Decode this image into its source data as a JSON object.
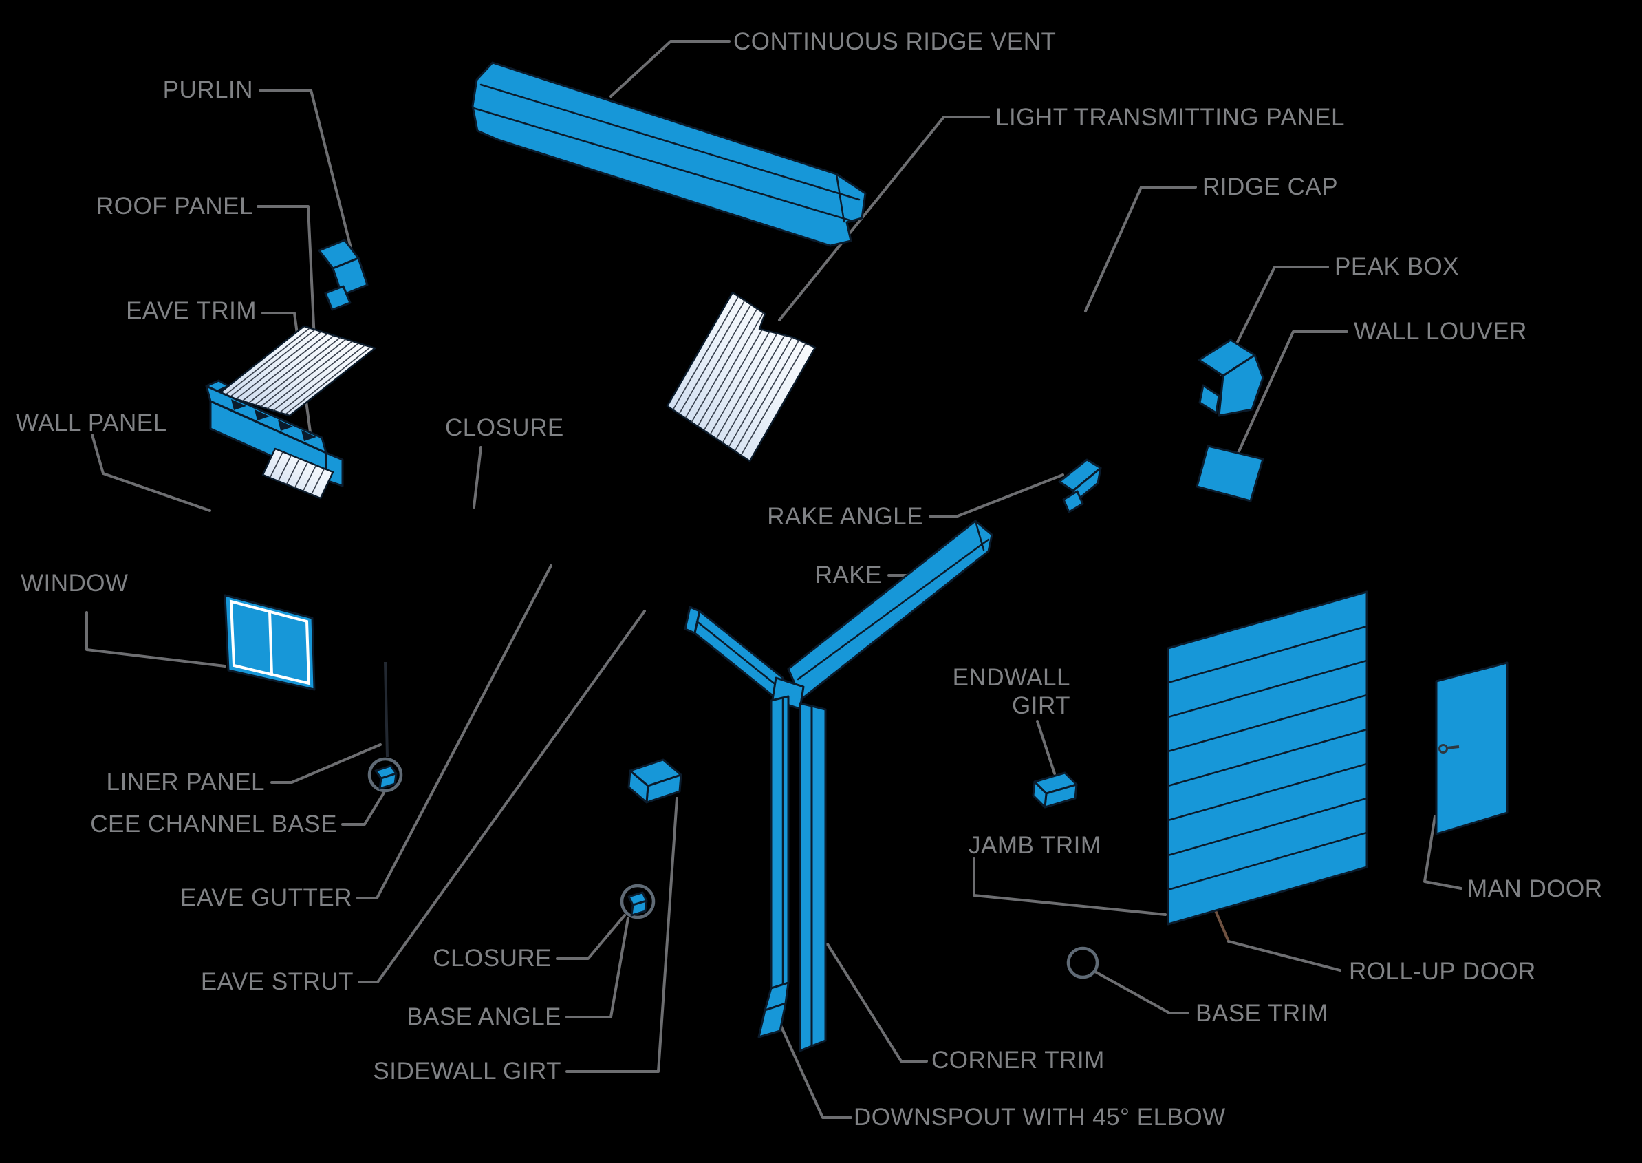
{
  "diagram": {
    "background": "#000000",
    "colors": {
      "component_blue": "#1797D8",
      "outline_dark": "#0B1B2B",
      "label_gray": "#808285",
      "leader_gray": "#6D6E71",
      "leader_brown": "#6F5140",
      "panel_light": "#FFFFFF",
      "panel_shade": "#C7D7EC"
    },
    "labels": {
      "continuous_ridge_vent": "CONTINUOUS RIDGE VENT",
      "purlin": "PURLIN",
      "roof_panel": "ROOF PANEL",
      "eave_trim": "EAVE TRIM",
      "wall_panel": "WALL PANEL",
      "closure_upper": "CLOSURE",
      "light_transmitting_panel": "LIGHT TRANSMITTING PANEL",
      "ridge_cap": "RIDGE CAP",
      "peak_box": "PEAK BOX",
      "wall_louver": "WALL LOUVER",
      "rake_angle": "RAKE ANGLE",
      "rake": "RAKE",
      "window": "WINDOW",
      "endwall_girt_line1": "ENDWALL",
      "endwall_girt_line2": "GIRT",
      "liner_panel": "LINER PANEL",
      "cee_channel_base": "CEE CHANNEL BASE",
      "eave_gutter": "EAVE GUTTER",
      "eave_strut": "EAVE STRUT",
      "closure_lower": "CLOSURE",
      "base_angle": "BASE ANGLE",
      "sidewall_girt": "SIDEWALL GIRT",
      "jamb_trim": "JAMB TRIM",
      "man_door": "MAN DOOR",
      "roll_up_door": "ROLL-UP DOOR",
      "base_trim": "BASE TRIM",
      "corner_trim": "CORNER TRIM",
      "downspout": "DOWNSPOUT WITH 45° ELBOW"
    }
  }
}
